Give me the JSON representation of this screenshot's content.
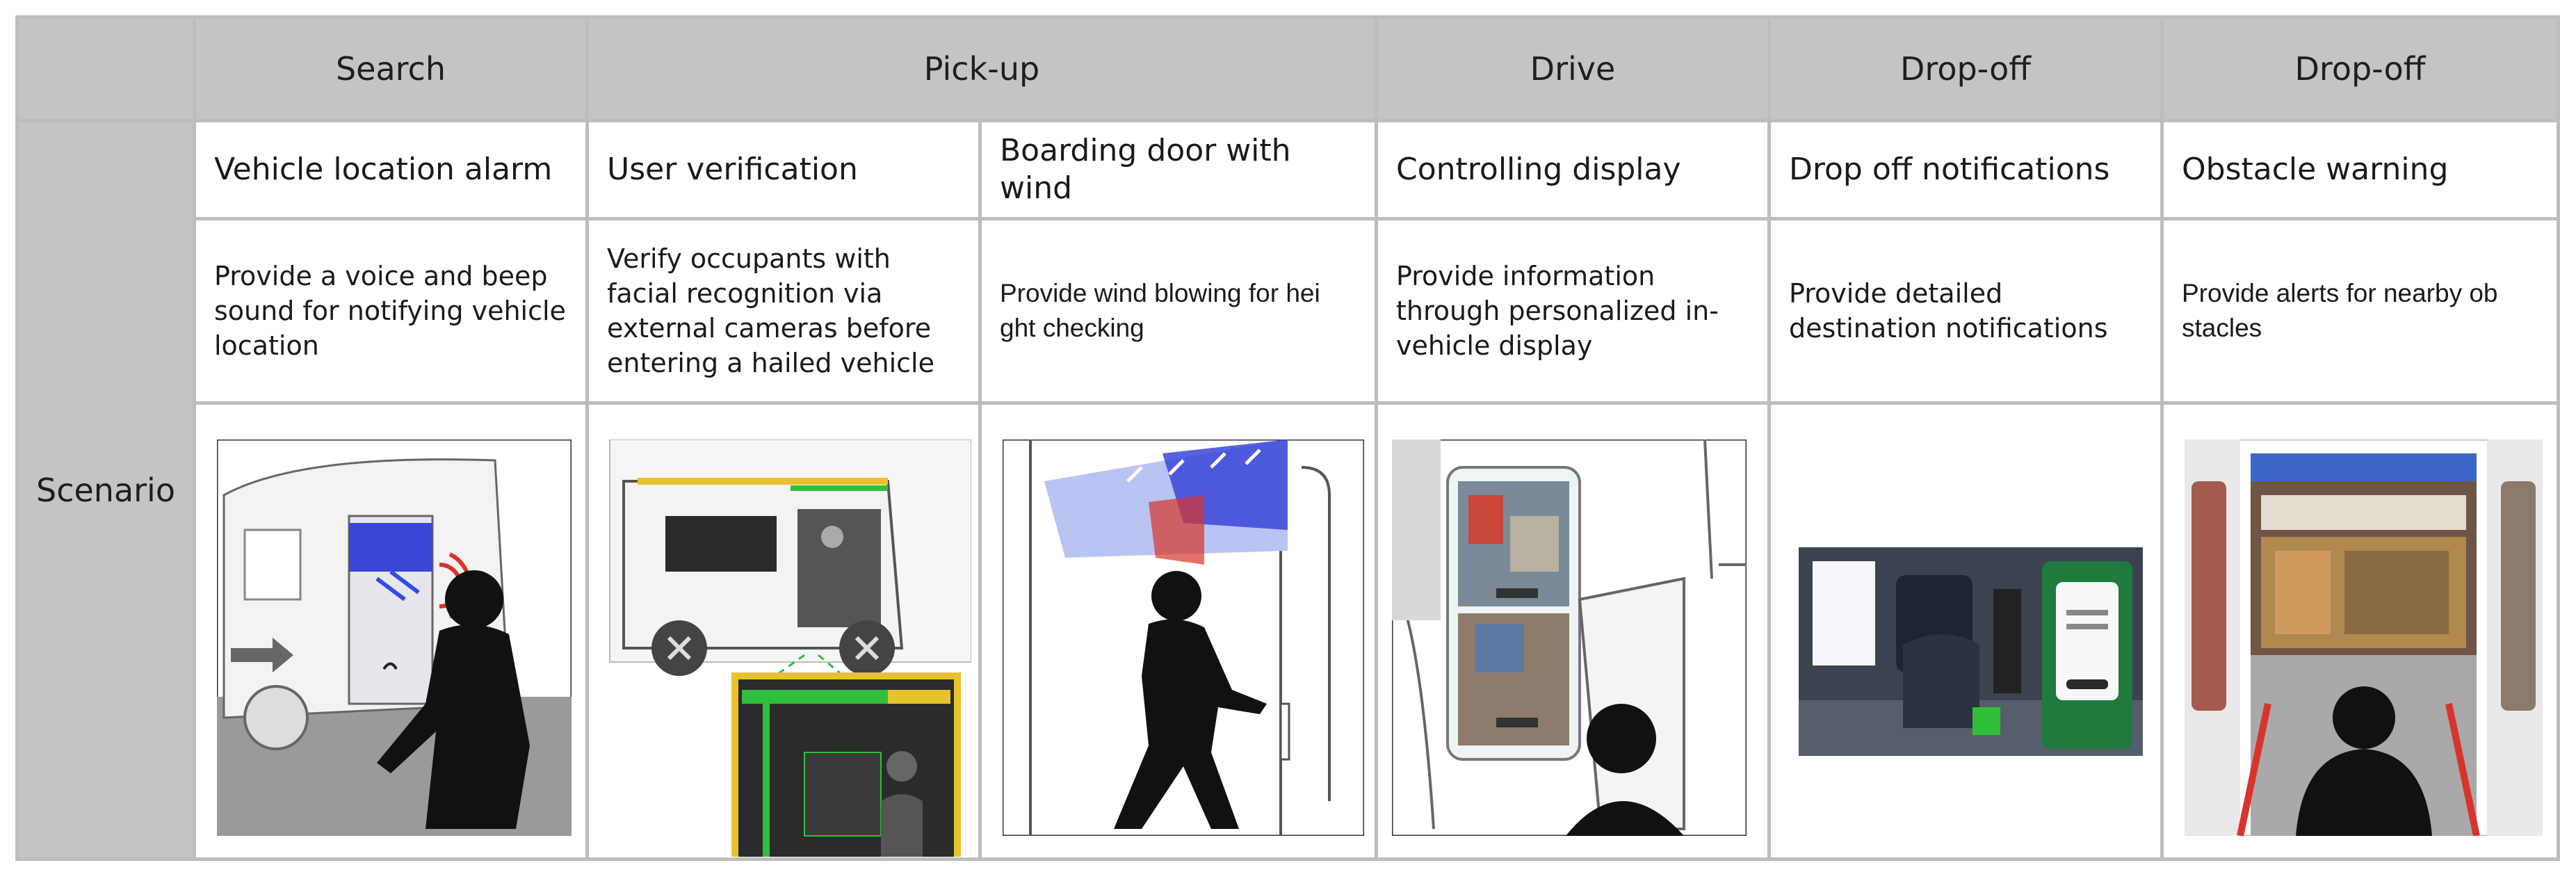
{
  "header": {
    "corner": "",
    "stages": [
      "Search",
      "Pick-up",
      "Drive",
      "Drop-off",
      "Drop-off"
    ]
  },
  "row_label": "Scenario",
  "features": [
    {
      "title": "Vehicle location alarm",
      "description": "Provide a voice and beep sound for notifying vehicle location"
    },
    {
      "title": "User verification",
      "description": "Verify occupants with facial recognition via external cameras before entering a hailed vehicle"
    },
    {
      "title": "Boarding door with wind",
      "description": "Provide wind blowing for hei ght checking"
    },
    {
      "title": "Controlling display",
      "description": "Provide information through personalized in-vehicle display"
    },
    {
      "title": "Drop off notifications",
      "description": "Provide detailed destination notifications"
    },
    {
      "title": "Obstacle warning",
      "description": "Provide alerts for nearby ob stacles"
    }
  ],
  "illustrations": [
    {
      "icon": "van-location-alarm-illustration"
    },
    {
      "icon": "user-verification-illustration"
    },
    {
      "icon": "boarding-door-wind-illustration"
    },
    {
      "icon": "controlling-display-illustration"
    },
    {
      "icon": "drop-off-notification-illustration"
    },
    {
      "icon": "obstacle-warning-illustration"
    }
  ],
  "colors": {
    "header_bg": "#c4c4c4",
    "border": "#bdbdbd",
    "wind_blue": "#2f4de8",
    "alert_red": "#d9342b",
    "verify_green": "#2fbf3a",
    "verify_yellow": "#e8c22a"
  }
}
